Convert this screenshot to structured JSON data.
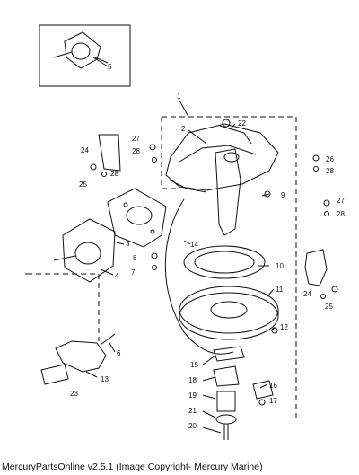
{
  "caption": "MercuryPartsOnline v2.5.1 (Image Copyright- Mercury Marine)",
  "callouts": [
    "1",
    "2",
    "3",
    "4",
    "5",
    "6",
    "7",
    "8",
    "9",
    "10",
    "11",
    "12",
    "13",
    "14",
    "15",
    "16",
    "17",
    "18",
    "19",
    "20",
    "21",
    "22",
    "23",
    "24",
    "24",
    "25",
    "25",
    "26",
    "27",
    "27",
    "28",
    "28",
    "28",
    "28"
  ]
}
